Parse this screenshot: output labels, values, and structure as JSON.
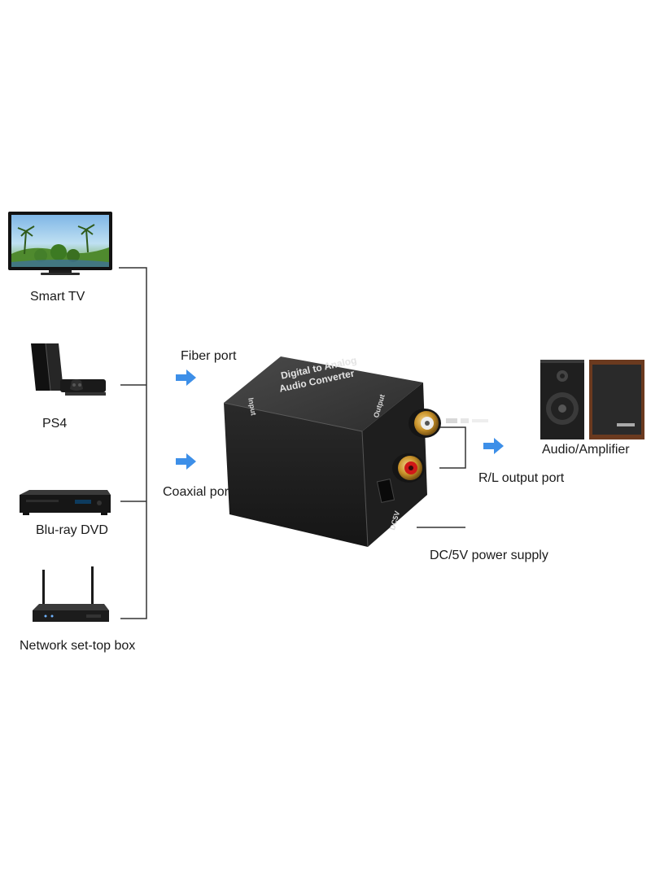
{
  "sources": [
    {
      "label": "Smart TV",
      "icon": "smart-tv-icon"
    },
    {
      "label": "PS4",
      "icon": "ps4-console-icon"
    },
    {
      "label": "Blu-ray DVD",
      "icon": "bluray-player-icon"
    },
    {
      "label": "Network set-top box",
      "icon": "router-icon"
    }
  ],
  "inputs": {
    "fiber": "Fiber port",
    "coaxial": "Coaxial port"
  },
  "device": {
    "title_line1": "Digital to Analog",
    "title_line2": "Audio Converter",
    "input_mark": "Input",
    "output_mark": "Output",
    "power_mark": "DC5V"
  },
  "outputs": {
    "speakers": "Audio/Amplifier",
    "rl": "R/L output port",
    "power": "DC/5V power supply"
  },
  "colors": {
    "arrow": "#3d8fe8",
    "wire": "#333333",
    "device_body": "#2a2a2a",
    "rca_red": "#d01818",
    "gold": "#c8922a"
  }
}
